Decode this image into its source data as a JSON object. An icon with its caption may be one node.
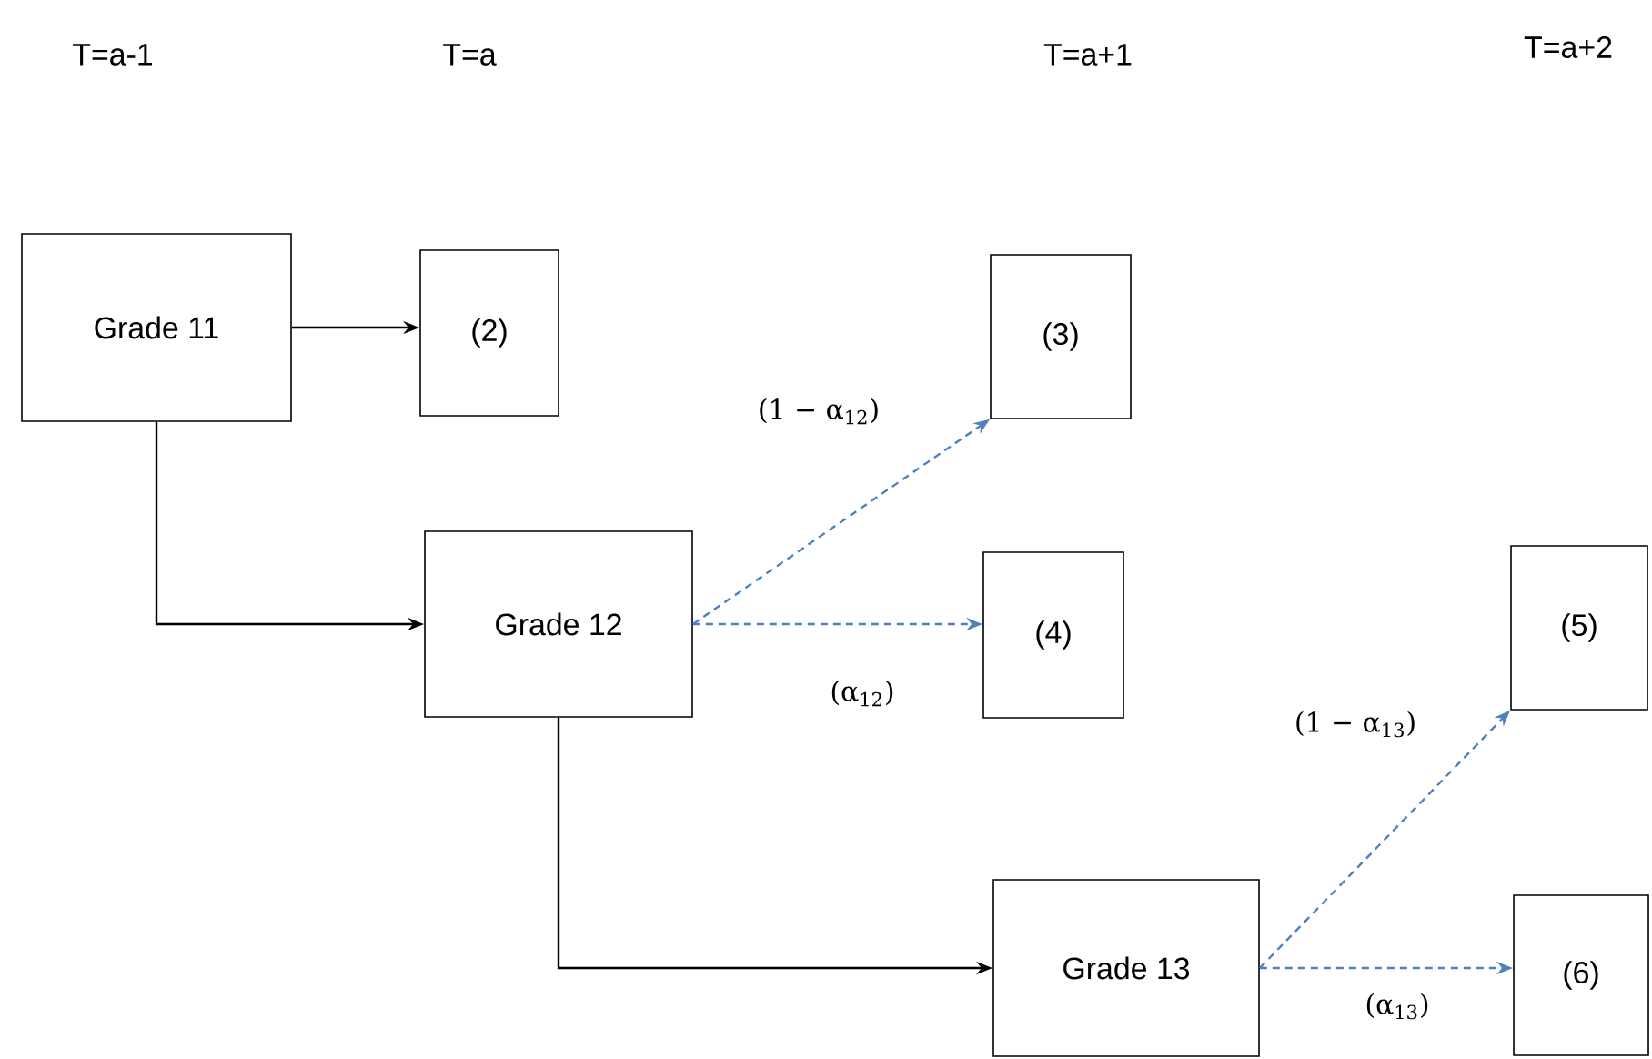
{
  "diagram": {
    "nodes": [
      {
        "text": [
          "Grade 11"
        ]
      },
      {
        "text": [
          "(2)"
        ]
      },
      {
        "text": [
          "(3)"
        ]
      },
      {
        "text": [
          "Grade 12"
        ]
      },
      {
        "text": [
          "(4)"
        ]
      },
      {
        "text": [
          "(5)"
        ]
      },
      {
        "text": [
          "Grade 13"
        ]
      },
      {
        "text": [
          "(6)"
        ]
      }
    ],
    "edges": [
      {
        "from": 0,
        "to": 1,
        "arrow": "to",
        "color": "#000000"
      },
      {
        "from": 0,
        "to": 3,
        "arrow": "to",
        "color": "#000000"
      },
      {
        "from": 3,
        "to": 2,
        "arrow": "to",
        "style": "dashed",
        "color": "#4f81bd",
        "label": "(1 − α$_{12}$)"
      },
      {
        "from": 3,
        "to": 4,
        "arrow": "to",
        "style": "dashed",
        "color": "#4f81bd",
        "label": "(α$_{12}$)"
      },
      {
        "from": 3,
        "to": 6,
        "arrow": "to",
        "color": "#000000"
      },
      {
        "from": 6,
        "to": 5,
        "arrow": "to",
        "style": "dashed",
        "color": "#4f81bd",
        "label": "(1 − α$_{13}$)"
      },
      {
        "from": 6,
        "to": 7,
        "arrow": "to",
        "style": "dashed",
        "color": "#4f81bd",
        "label": "(α$_{13}$)"
      }
    ],
    "labels": [
      "T=a-1",
      "T=a",
      "T=a+1",
      "T=a+2"
    ]
  }
}
